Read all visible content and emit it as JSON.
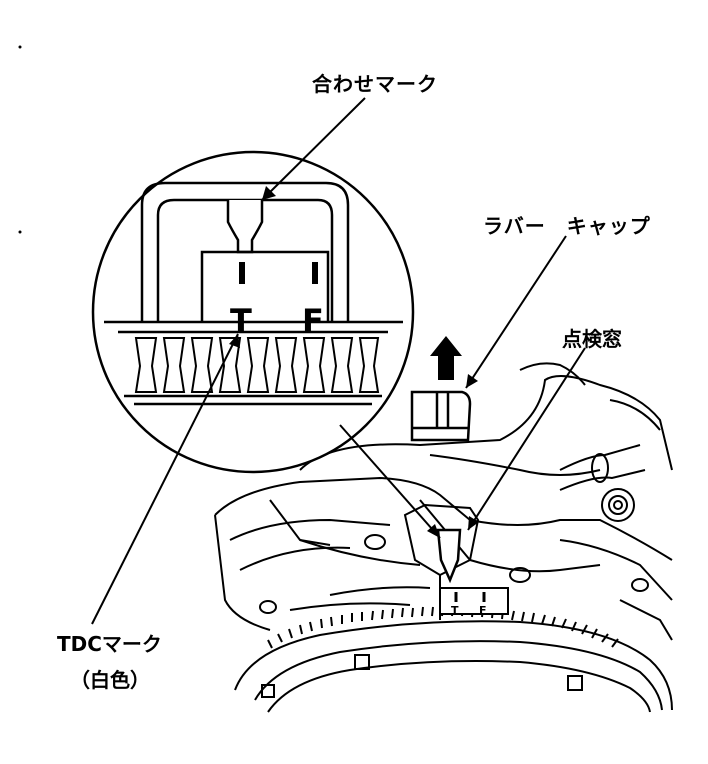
{
  "labels": {
    "alignment_mark": "合わせマーク",
    "rubber_cap": "ラバー　キャップ",
    "inspection_window": "点検窓",
    "tdc_mark": "TDCマーク",
    "tdc_color": "（白色）"
  },
  "detail_marks": {
    "t": "T",
    "f": "F",
    "small_t": "T",
    "small_f": "F"
  }
}
